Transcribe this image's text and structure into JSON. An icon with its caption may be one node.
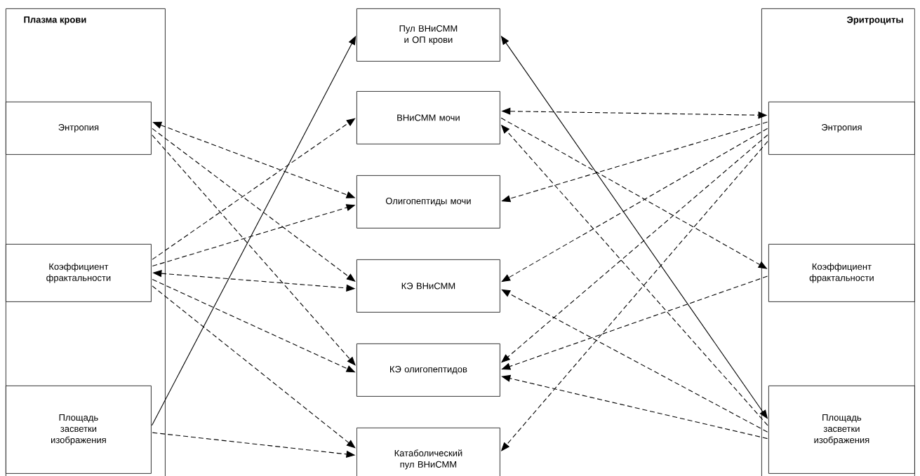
{
  "diagram": {
    "nodes": [
      {
        "text": [
          "Плазма крови"
        ]
      },
      {
        "text": [
          "Энтропия"
        ],
        "in": 0
      },
      {
        "text": [
          "Коэффициент фрактальности"
        ],
        "in": 0
      },
      {
        "text": [
          "Площадь засветки изображения"
        ],
        "in": 0
      },
      {
        "text": [
          "Пул ВНиСММ и ОП крови"
        ]
      },
      {
        "text": [
          "ВНиСММ мочи"
        ]
      },
      {
        "text": [
          "Олигопептиды мочи"
        ]
      },
      {
        "text": [
          "КЭ ВНиСММ"
        ]
      },
      {
        "text": [
          "КЭ олигопептидов"
        ]
      },
      {
        "text": [
          "Катаболический пул ВНиСММ"
        ]
      },
      {
        "text": [
          "Эритроциты"
        ]
      },
      {
        "text": [
          "Энтропия"
        ],
        "in": 10
      },
      {
        "text": [
          "Коэффициент фрактальности"
        ],
        "in": 10
      },
      {
        "text": [
          "Площадь засветки изображения"
        ],
        "in": 10
      }
    ],
    "edges": [
      {
        "from": 3,
        "to": 4,
        "arrow": "to"
      },
      {
        "from": 4,
        "to": 13,
        "arrow": "both"
      },
      {
        "from": 1,
        "to": 6,
        "arrow": "both",
        "style": "dashed"
      },
      {
        "from": 1,
        "to": 7,
        "arrow": "to",
        "style": "dashed"
      },
      {
        "from": 1,
        "to": 8,
        "arrow": "to",
        "style": "dashed"
      },
      {
        "from": 2,
        "to": 5,
        "arrow": "to",
        "style": "dashed"
      },
      {
        "from": 2,
        "to": 6,
        "arrow": "to",
        "style": "dashed"
      },
      {
        "from": 2,
        "to": 7,
        "arrow": "both",
        "style": "dashed"
      },
      {
        "from": 2,
        "to": 8,
        "arrow": "to",
        "style": "dashed"
      },
      {
        "from": 2,
        "to": 9,
        "arrow": "to",
        "style": "dashed"
      },
      {
        "from": 3,
        "to": 9,
        "arrow": "to",
        "style": "dashed"
      },
      {
        "from": 5,
        "to": 11,
        "arrow": "both",
        "style": "dashed"
      },
      {
        "from": 11,
        "to": 6,
        "arrow": "to",
        "style": "dashed"
      },
      {
        "from": 11,
        "to": 7,
        "arrow": "to",
        "style": "dashed"
      },
      {
        "from": 11,
        "to": 8,
        "arrow": "to",
        "style": "dashed"
      },
      {
        "from": 11,
        "to": 9,
        "arrow": "to",
        "style": "dashed"
      },
      {
        "from": 5,
        "to": 12,
        "arrow": "to",
        "style": "dashed"
      },
      {
        "from": 12,
        "to": 8,
        "arrow": "to",
        "style": "dashed"
      },
      {
        "from": 13,
        "to": 5,
        "arrow": "to",
        "style": "dashed"
      },
      {
        "from": 13,
        "to": 7,
        "arrow": "to",
        "style": "dashed"
      },
      {
        "from": 13,
        "to": 8,
        "arrow": "to",
        "style": "dashed"
      }
    ]
  }
}
